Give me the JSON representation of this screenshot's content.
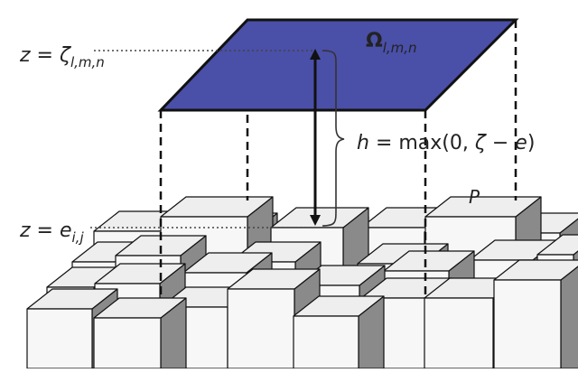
{
  "labels": {
    "z_prefix": "z = ",
    "zeta_symbol": "ζ",
    "zeta_subscript": "l,m,n",
    "e_symbol": "e",
    "e_subscript": "i,j",
    "omega_symbol": "Ω",
    "omega_subscript": "l,m,n",
    "h_equation_start": "h",
    "h_equation_mid": " = max(0, ",
    "h_equation_zeta": "ζ",
    "h_equation_minus": " − ",
    "h_equation_e": "e",
    "h_equation_end": ")",
    "point_label": "P"
  },
  "colors": {
    "plane_fill": "#4a4fa8",
    "block_top": "#eeeeee",
    "block_front": "#f7f7f7",
    "block_side": "#8a8a8a",
    "edge": "#111111"
  }
}
